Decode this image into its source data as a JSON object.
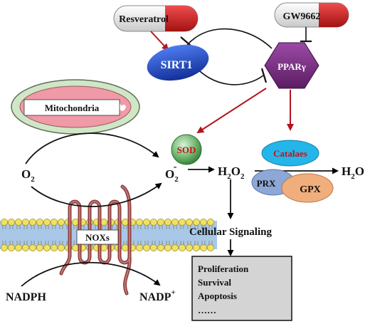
{
  "drugs": {
    "resveratrol": "Resveratrol",
    "gw9662": "GW9662"
  },
  "nodes": {
    "sirt1": "SIRT1",
    "ppar": "PPARγ",
    "mitochondria": "Mitochondria",
    "sod": "SOD",
    "catalase": "Catalaes",
    "prx": "PRX",
    "gpx": "GPX",
    "noxs": "NOXs"
  },
  "species": {
    "o2": "O",
    "o2_sub": "2",
    "superoxide": "O",
    "superoxide_sub": "2",
    "superoxide_sup": "-",
    "h2o2_a": "H",
    "h2o2_sub1": "2",
    "h2o2_b": "O",
    "h2o2_sub2": "2",
    "h2o_a": "H",
    "h2o_sub": "2",
    "h2o_b": "O",
    "nadph": "NADPH",
    "nadp": "NADP",
    "nadp_sup": "+"
  },
  "signaling": "Cellular Signaling",
  "outcomes": [
    "Proliferation",
    "Survival",
    "Apoptosis",
    "……"
  ],
  "colors": {
    "red_arrow": "#b3151b",
    "sirt1_blue": "#1d47c9",
    "ppar_purple": "#7a2c82",
    "sod_green": "#5aa55a",
    "catalase_cyan": "#22b6ea",
    "prx_blue": "#8da7d6",
    "gpx_orange": "#f0ae7d",
    "mito_green": "#cfe7c6",
    "mito_pink": "#ef9aa6",
    "outcome_box": "#d4d4d4",
    "nox_rust": "#8c3f3f",
    "lipid_yellow": "#f2e060"
  }
}
